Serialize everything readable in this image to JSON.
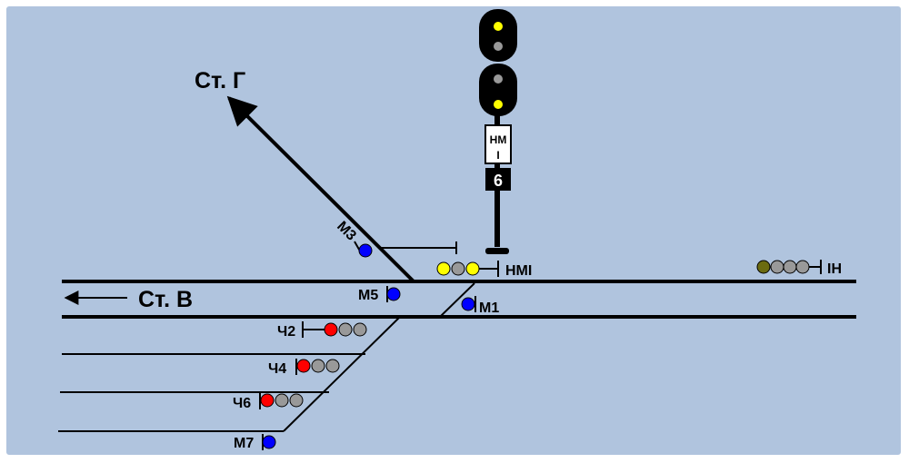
{
  "colors": {
    "background": "#b0c4de",
    "track": "#000000",
    "lamp_yellow": "#ffff00",
    "lamp_gray": "#999999",
    "lamp_red": "#ff0000",
    "lamp_blue": "#0000ff",
    "lamp_olive": "#6b6b10"
  },
  "stations": {
    "west": "Ст. В",
    "north_west": "Ст. Г"
  },
  "signal_mast": {
    "name_plate": "НМ",
    "name_plate_sub": "I",
    "number_plate": "6",
    "top_head_lamps": [
      "yellow",
      "gray"
    ],
    "bottom_head_lamps": [
      "gray",
      "yellow"
    ]
  },
  "signals": [
    {
      "name": "НМI",
      "lamps": [
        "yellow",
        "gray",
        "yellow"
      ]
    },
    {
      "name": "IН",
      "lamps": [
        "olive",
        "gray",
        "gray",
        "gray"
      ]
    },
    {
      "name": "М3",
      "lamps": [
        "blue"
      ]
    },
    {
      "name": "М5",
      "lamps": [
        "blue"
      ]
    },
    {
      "name": "М1",
      "lamps": [
        "blue"
      ]
    },
    {
      "name": "Ч2",
      "lamps": [
        "red",
        "gray",
        "gray"
      ]
    },
    {
      "name": "Ч4",
      "lamps": [
        "red",
        "gray",
        "gray"
      ]
    },
    {
      "name": "Ч6",
      "lamps": [
        "red",
        "gray",
        "gray"
      ]
    },
    {
      "name": "М7",
      "lamps": [
        "blue"
      ]
    }
  ]
}
